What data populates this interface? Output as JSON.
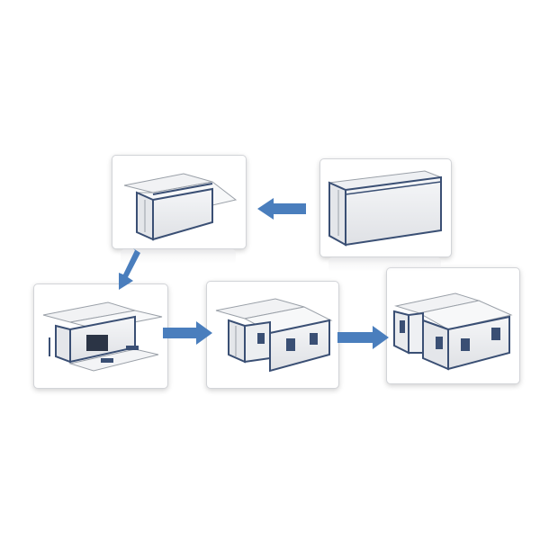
{
  "diagram": {
    "steps": [
      {
        "id": "container-closed",
        "icon": "shipping-container-closed"
      },
      {
        "id": "roof-unfolding",
        "icon": "container-roof-unfolding"
      },
      {
        "id": "floor-unfolded",
        "icon": "container-floor-unfolded"
      },
      {
        "id": "one-side-expanded",
        "icon": "container-one-side-expanded"
      },
      {
        "id": "house-complete",
        "icon": "expandable-house-complete"
      }
    ],
    "arrow_color": "#4a7ebd",
    "frame_trim_color": "#3a4f74"
  }
}
